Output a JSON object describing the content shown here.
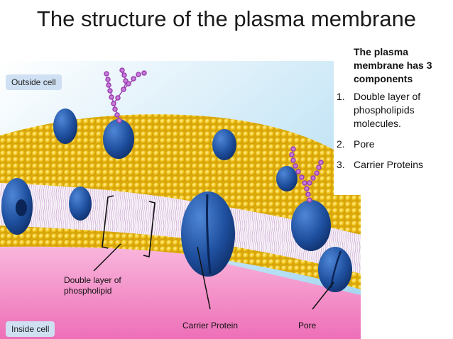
{
  "title": "The structure of the plasma membrane",
  "panel": {
    "heading": "The plasma membrane has 3 components",
    "items": [
      {
        "num": "1.",
        "text": "Double layer of phospholipids molecules."
      },
      {
        "num": "2.",
        "text": "Pore"
      },
      {
        "num": "3.",
        "text": "Carrier Proteins"
      }
    ]
  },
  "diagram": {
    "outside_label": "Outside cell",
    "inside_label": "Inside cell",
    "bilayer_label": "Double layer of phospholipid",
    "carrier_label": "Carrier Protein",
    "pore_label": "Pore"
  },
  "colors": {
    "lipid_head": "#f2c21a",
    "protein": "#1d4e9c",
    "glycan": "#b35ac7",
    "outside_bg": "#a8d8f2",
    "inside_bg": "#f07bbf"
  }
}
